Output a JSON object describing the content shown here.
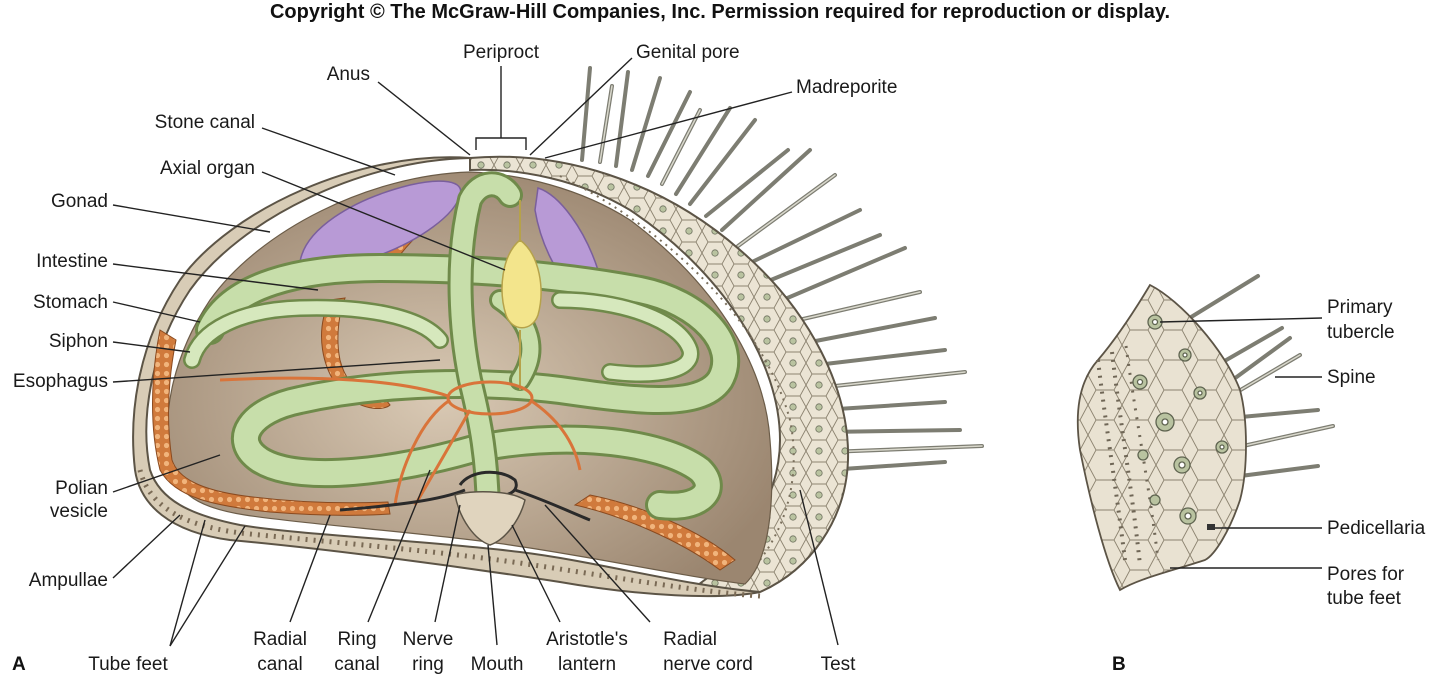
{
  "header": {
    "copyright": "Copyright © The McGraw-Hill Companies, Inc. Permission required for reproduction or display."
  },
  "panels": {
    "a": "A",
    "b": "B"
  },
  "labels_a": {
    "periproct": "Periproct",
    "genital_pore": "Genital pore",
    "anus": "Anus",
    "madreporite": "Madreporite",
    "stone_canal": "Stone canal",
    "axial_organ": "Axial organ",
    "gonad": "Gonad",
    "intestine": "Intestine",
    "stomach": "Stomach",
    "siphon": "Siphon",
    "esophagus": "Esophagus",
    "polian_vesicle": [
      "Polian",
      "vesicle"
    ],
    "ampullae": "Ampullae",
    "tube_feet": "Tube feet",
    "radial_canal": [
      "Radial",
      "canal"
    ],
    "ring_canal": [
      "Ring",
      "canal"
    ],
    "nerve_ring": [
      "Nerve",
      "ring"
    ],
    "mouth": "Mouth",
    "aristotles_lantern": [
      "Aristotle's",
      "lantern"
    ],
    "radial_nerve_cord": [
      "Radial",
      "nerve cord"
    ],
    "test": "Test"
  },
  "labels_b": {
    "primary_tubercle": [
      "Primary",
      "tubercle"
    ],
    "spine": "Spine",
    "pedicellaria": "Pedicellaria",
    "pores_for_tube_feet": [
      "Pores for",
      "tube feet"
    ]
  },
  "colors": {
    "gonad": "#b89ad6",
    "digestive_tract": "#c7deaa",
    "water_vascular": "#d9743a",
    "axial_organ": "#f3e58c",
    "test": "#e9e2d2",
    "interior": "#a89682",
    "nerve": "#2a2a2a"
  }
}
